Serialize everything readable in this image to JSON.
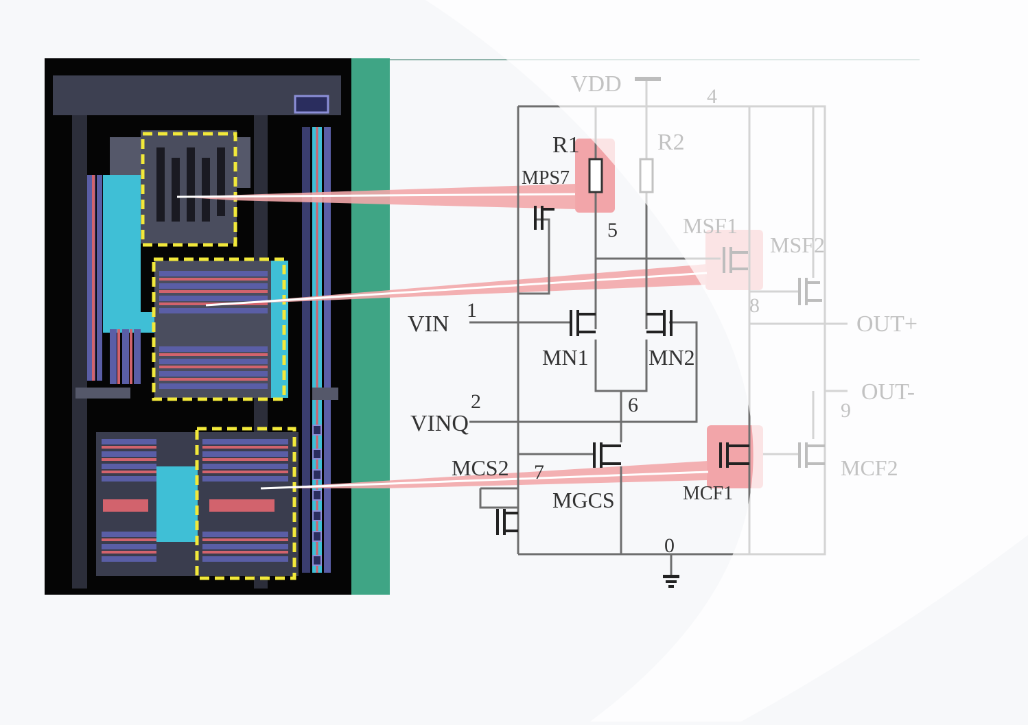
{
  "colors": {
    "page_bg": "#f7f8fa",
    "layout_bg": "#050505",
    "layout_frame": "#3d4051",
    "metal_blue": "#3fbfd6",
    "poly_red": "#d2636d",
    "diffusion_purple": "#5a5ea6",
    "highlight_yellow": "#f2e93a",
    "divider_green": "#3fa585",
    "highlight_pink": "#f08a8e",
    "wire_gray": "#6e6e6e"
  },
  "schematic": {
    "supply_label": "VDD",
    "ground_node": "0",
    "nodes": [
      "1",
      "2",
      "4",
      "5",
      "6",
      "7",
      "8",
      "9"
    ],
    "inputs": [
      "VIN",
      "VINQ"
    ],
    "outputs": [
      "OUT+",
      "OUT-"
    ],
    "resistors": [
      "R1",
      "R2"
    ],
    "transistors": [
      "MPS7",
      "MSF1",
      "MSF2",
      "MN1",
      "MN2",
      "MCS2",
      "MGCS",
      "MCF1",
      "MCF2"
    ]
  },
  "highlights": [
    "R1",
    "MSF1",
    "MCF1"
  ]
}
